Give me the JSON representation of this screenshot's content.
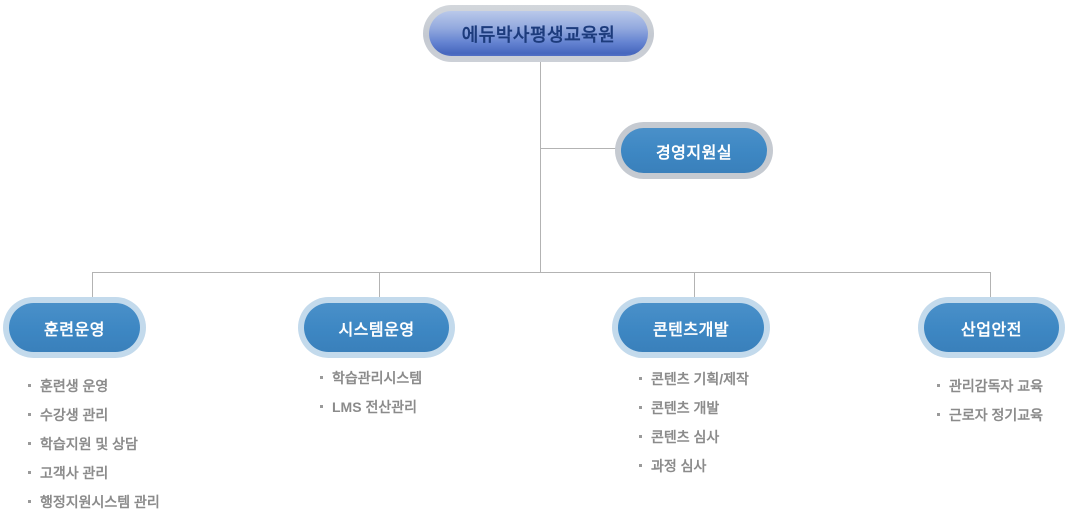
{
  "org": {
    "root": {
      "label": "에듀박사평생교육원"
    },
    "staff": {
      "label": "경영지원실"
    },
    "departments": [
      {
        "label": "훈련운영",
        "items": [
          "훈련생 운영",
          "수강생 관리",
          "학습지원 및 상담",
          "고객사 관리",
          "행정지원시스템 관리"
        ]
      },
      {
        "label": "시스템운영",
        "items": [
          "학습관리시스템",
          "LMS 전산관리"
        ]
      },
      {
        "label": "콘텐츠개발",
        "items": [
          "콘텐츠 기획/제작",
          "콘텐츠 개발",
          "콘텐츠 심사",
          "과정 심사"
        ]
      },
      {
        "label": "산업안전",
        "items": [
          "관리감독자 교육",
          "근로자 정기교육"
        ]
      }
    ],
    "colors": {
      "background": "#ffffff",
      "root_ring": "#c7ccd3",
      "root_gradient_top": "#b9c9ea",
      "root_gradient_bottom": "#4767be",
      "root_text": "#1c3b7c",
      "staff_ring": "#c5cad1",
      "dept_ring": "#c3daec",
      "branch_fill": "#3d87c3",
      "branch_text": "#ffffff",
      "connector": "#b3b3b3",
      "list_text": "#8b8b8b",
      "list_bullet": "#9a9a9a"
    }
  }
}
